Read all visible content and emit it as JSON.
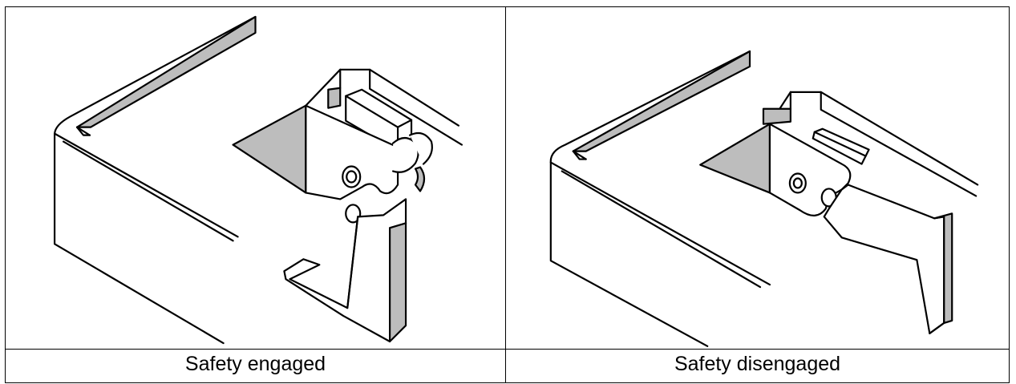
{
  "figures": [
    {
      "caption": "Safety engaged",
      "state": "engaged"
    },
    {
      "caption": "Safety disengaged",
      "state": "disengaged"
    }
  ],
  "colors": {
    "line": "#000000",
    "shade": "#bdbdbd",
    "background": "#ffffff"
  }
}
